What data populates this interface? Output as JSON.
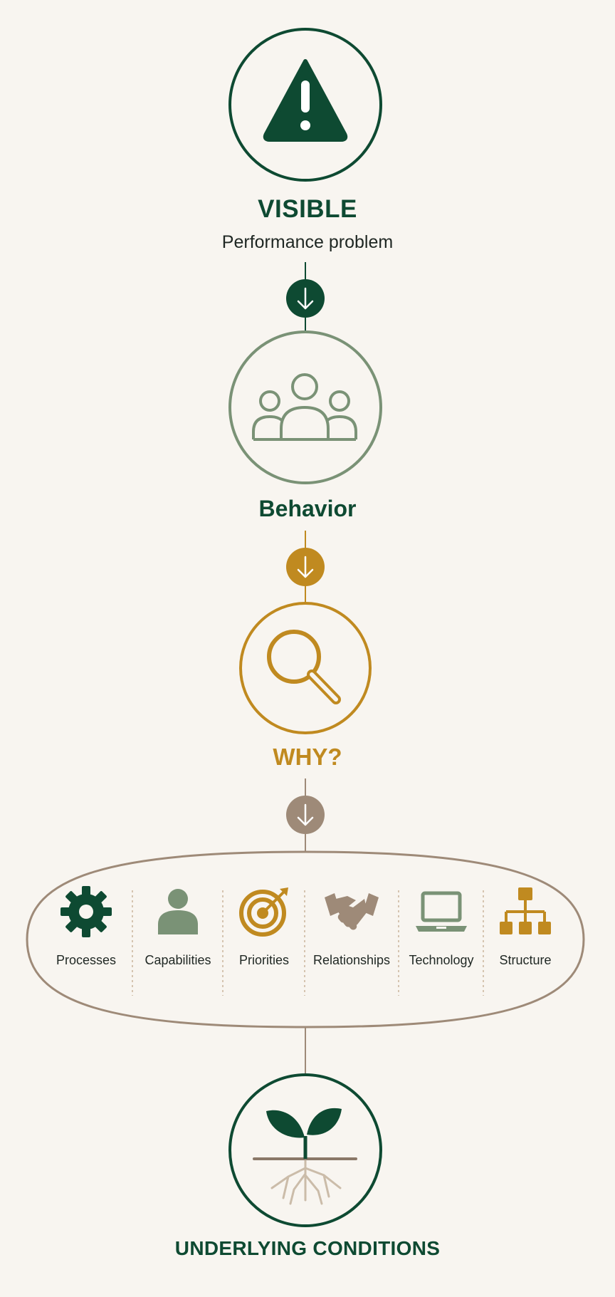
{
  "visible": {
    "title": "VISIBLE",
    "subtitle": "Performance problem",
    "icon": "warning-icon",
    "color": "#0e4a32"
  },
  "behavior": {
    "title": "Behavior",
    "icon": "people-group-icon",
    "color": "#7a9276"
  },
  "why": {
    "title": "WHY?",
    "icon": "magnifier-icon",
    "color": "#c08a20"
  },
  "conditions": {
    "border_color": "#9e8a78",
    "items": [
      {
        "label": "Processes",
        "icon": "gear-icon",
        "color": "#0e4a32"
      },
      {
        "label": "Capabilities",
        "icon": "person-icon",
        "color": "#7a9276"
      },
      {
        "label": "Priorities",
        "icon": "target-icon",
        "color": "#c08a20"
      },
      {
        "label": "Relationships",
        "icon": "handshake-icon",
        "color": "#9e8a78"
      },
      {
        "label": "Technology",
        "icon": "laptop-icon",
        "color": "#7a9276"
      },
      {
        "label": "Structure",
        "icon": "org-chart-icon",
        "color": "#c08a20"
      }
    ]
  },
  "underlying": {
    "title": "UNDERLYING CONDITIONS",
    "icon": "sprout-roots-icon",
    "color": "#0e4a32"
  }
}
